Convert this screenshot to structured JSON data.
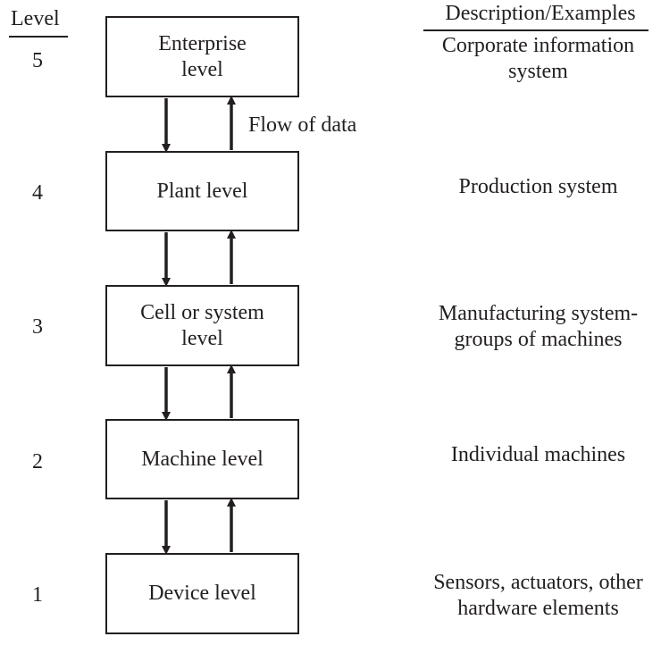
{
  "header": {
    "level_title": "Level",
    "description_title": "Description/Examples"
  },
  "flow_label": "Flow of data",
  "levels": [
    {
      "number": "5",
      "box": "Enterprise\nlevel",
      "description": "Corporate information\nsystem"
    },
    {
      "number": "4",
      "box": "Plant level",
      "description": "Production system"
    },
    {
      "number": "3",
      "box": "Cell or system\nlevel",
      "description": "Manufacturing system-\ngroups of machines"
    },
    {
      "number": "2",
      "box": "Machine level",
      "description": "Individual machines"
    },
    {
      "number": "1",
      "box": "Device level",
      "description": "Sensors, actuators, other\nhardware elements"
    }
  ]
}
